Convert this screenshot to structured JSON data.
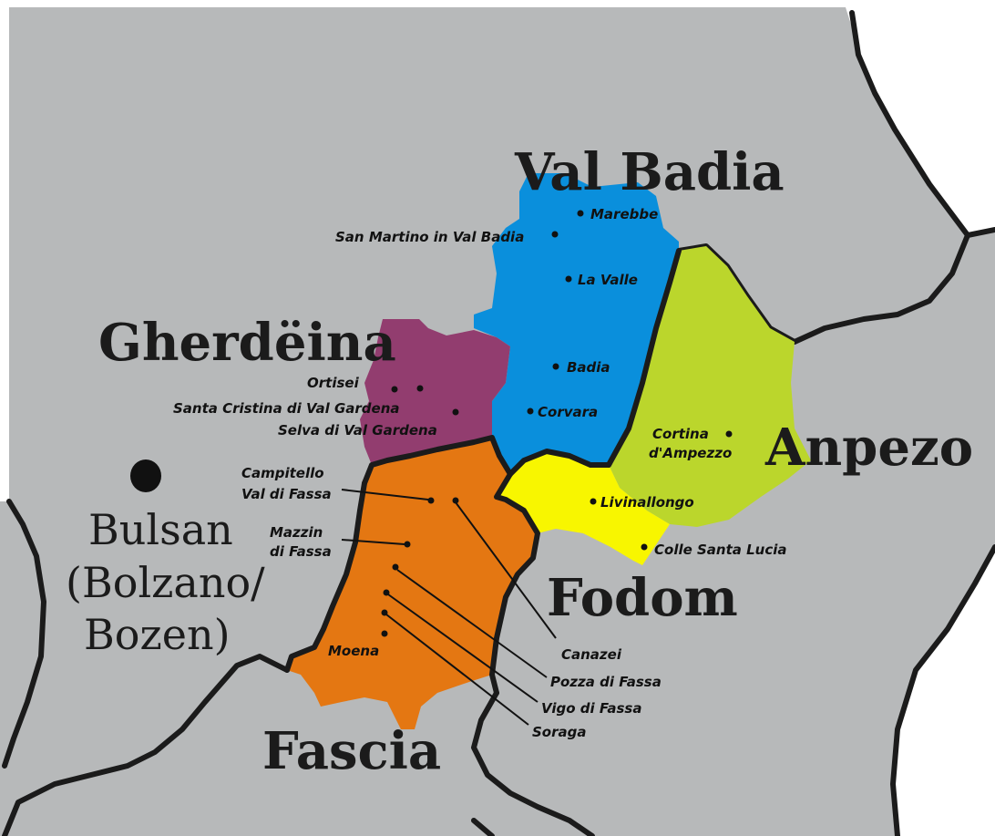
{
  "colors": {
    "land": "#b7b9ba",
    "outside": "#ffffff",
    "border": "#1b1b1b",
    "val_badia": "#0a8fdc",
    "gherdeina": "#923d6f",
    "fascia": "#e47712",
    "fodom": "#f8f600",
    "anpezo": "#bbd62c"
  },
  "regions": {
    "val_badia": "Val Badia",
    "gherdeina": "Gherdëina",
    "fascia": "Fascia",
    "fodom": "Fodom",
    "anpezo": "Anpezo"
  },
  "city": {
    "line1": "Bulsan",
    "line2": "(Bolzano/",
    "line3": "Bozen)"
  },
  "places": {
    "marebbe": "Marebbe",
    "san_martino": "San Martino in Val Badia",
    "la_valle": "La Valle",
    "badia": "Badia",
    "corvara": "Corvara",
    "ortisei": "Ortisei",
    "santa_cristina": "Santa Cristina di Val Gardena",
    "selva": "Selva di Val Gardena",
    "cortina_1": "Cortina",
    "cortina_2": "d'Ampezzo",
    "livinallongo": "Livinallongo",
    "colle_santa_lucia": "Colle Santa Lucia",
    "campitello_1": "Campitello",
    "campitello_2": "Val di Fassa",
    "mazzin_1": "Mazzin",
    "mazzin_2": "di Fassa",
    "moena": "Moena",
    "canazei": "Canazei",
    "pozza": "Pozza di Fassa",
    "vigo": "Vigo di Fassa",
    "soraga": "Soraga"
  }
}
